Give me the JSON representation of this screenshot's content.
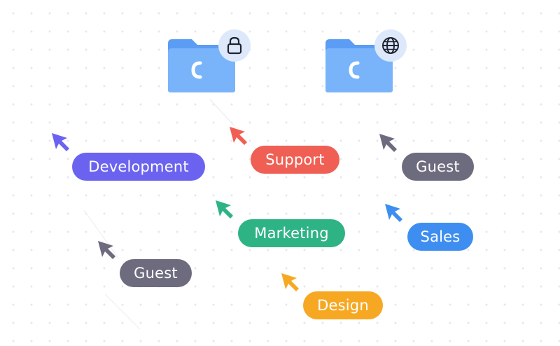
{
  "folders": {
    "private": {
      "icon": "lock-icon",
      "color": "#6aa9f8"
    },
    "public": {
      "icon": "globe-icon",
      "color": "#6aa9f8"
    }
  },
  "tags": {
    "development": {
      "label": "Development",
      "color": "#6b63f0"
    },
    "support": {
      "label": "Support",
      "color": "#f05f54"
    },
    "guest_top": {
      "label": "Guest",
      "color": "#6d6b7e"
    },
    "marketing": {
      "label": "Marketing",
      "color": "#2eb385"
    },
    "sales": {
      "label": "Sales",
      "color": "#3d8ef0"
    },
    "guest_bottom": {
      "label": "Guest",
      "color": "#6d6b7e"
    },
    "design": {
      "label": "Design",
      "color": "#f7a823"
    }
  }
}
